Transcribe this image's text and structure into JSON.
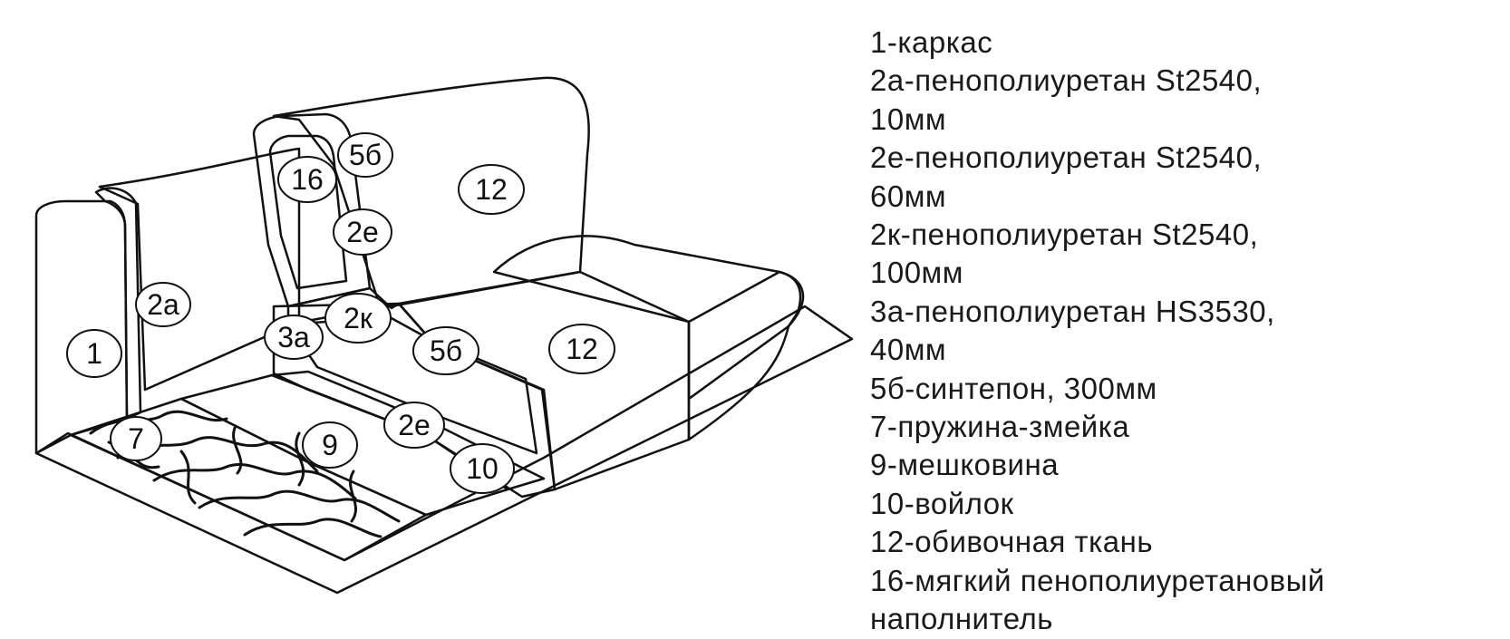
{
  "colors": {
    "line": "#111111",
    "frame_fill": "#d9d9d9",
    "burlap_fill": "#9a9a9a",
    "felt_fill": "#b5b5b5",
    "foam_fill": "#e2e2e2",
    "background": "#ffffff"
  },
  "callouts": [
    {
      "id": "1",
      "text": "1"
    },
    {
      "id": "2a",
      "text": "2а"
    },
    {
      "id": "16",
      "text": "16"
    },
    {
      "id": "5b-top",
      "text": "5б"
    },
    {
      "id": "12-back",
      "text": "12"
    },
    {
      "id": "2e-back",
      "text": "2е"
    },
    {
      "id": "2k",
      "text": "2к"
    },
    {
      "id": "3a",
      "text": "3а"
    },
    {
      "id": "5b-seat",
      "text": "5б"
    },
    {
      "id": "12-seat",
      "text": "12"
    },
    {
      "id": "7",
      "text": "7"
    },
    {
      "id": "9",
      "text": "9"
    },
    {
      "id": "2e-seat",
      "text": "2е"
    },
    {
      "id": "10",
      "text": "10"
    }
  ],
  "legend": [
    "1-каркас",
    "2а-пенополиуретан St2540,",
    "10мм",
    "2е-пенополиуретан St2540,",
    "60мм",
    "2к-пенополиуретан St2540,",
    "100мм",
    "3а-пенополиуретан  HS3530,",
    "40мм",
    "5б-синтепон, 300мм",
    "7-пружина-змейка",
    "9-мешковина",
    "10-войлок",
    "12-обивочная ткань",
    "16-мягкий пенополиуретановый",
    "наполнитель"
  ]
}
